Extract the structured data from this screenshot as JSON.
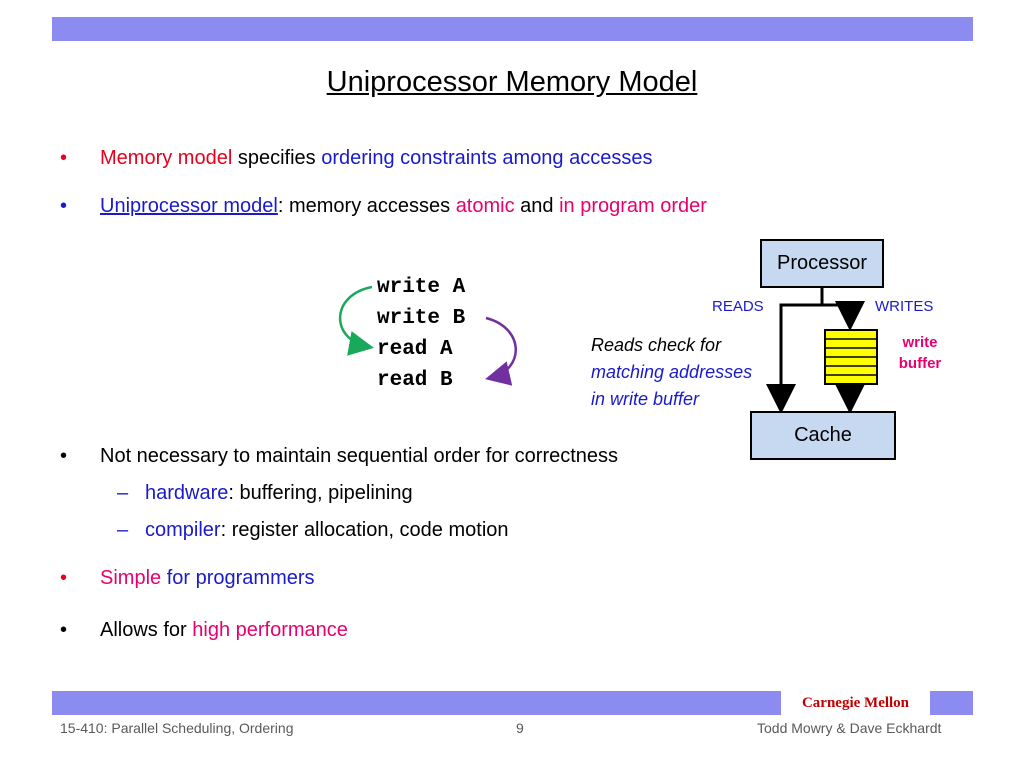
{
  "title": "Uniprocessor Memory Model",
  "bullets": {
    "b1": {
      "dot": "•",
      "p1": "Memory model",
      "p2": " specifies ",
      "p3": "ordering constraints among accesses"
    },
    "b2": {
      "dot": "•",
      "p1": "Uniprocessor model",
      "p2": ": memory accesses ",
      "p3": "atomic",
      "p4": " and ",
      "p5": "in program order"
    },
    "b3": {
      "dot": "•",
      "text": "Not necessary to maintain sequential order for correctness"
    },
    "s1": {
      "dash": "–",
      "p1": "hardware",
      "p2": ": buffering, pipelining"
    },
    "s2": {
      "dash": "–",
      "p1": "compiler",
      "p2": ": register allocation, code motion"
    },
    "b4": {
      "dot": "•",
      "p1": "Simple",
      "p2": " for programmers"
    },
    "b5": {
      "dot": "•",
      "p1": "Allows for ",
      "p2": "high performance"
    }
  },
  "code": [
    "write A",
    "write B",
    "read A",
    "read B"
  ],
  "diagram": {
    "processor": "Processor",
    "cache": "Cache",
    "reads": "READS",
    "writes": "WRITES",
    "write_buffer_1": "write",
    "write_buffer_2": "buffer",
    "note_1": "Reads check for",
    "note_2": "matching addresses",
    "note_3": "in write buffer"
  },
  "footer": {
    "brand": "Carnegie Mellon",
    "left": "15-410: Parallel Scheduling, Ordering",
    "page": "9",
    "right": "Todd Mowry & Dave Eckhardt"
  },
  "colors": {
    "bar": "#8c8cf0",
    "red": "#e8001c",
    "blue": "#1a1acc",
    "pink": "#e8006e",
    "box_fill": "#c6d9f1",
    "buffer_fill": "#ffff00",
    "green_arrow": "#1aa85a",
    "purple_arrow": "#7030a0"
  }
}
